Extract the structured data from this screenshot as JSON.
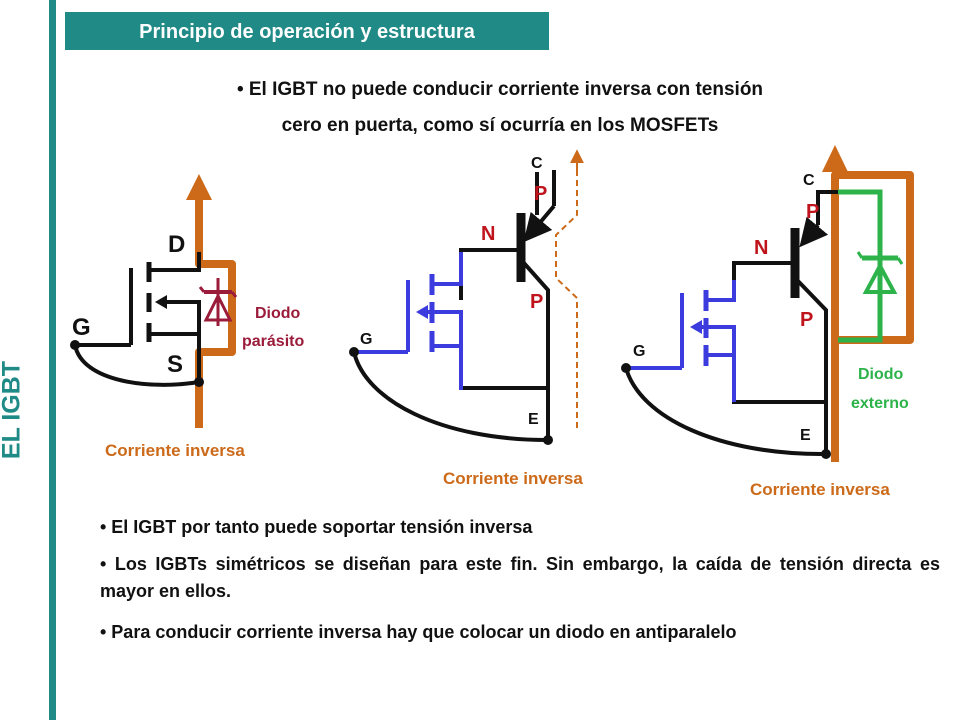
{
  "title": "Principio de operación y estructura",
  "side_title": "EL IGBT",
  "intro": {
    "line1": "• El IGBT no puede conducir corriente inversa con tensión",
    "line2": "cero en puerta, como sí ocurría en los  MOSFETs"
  },
  "diagram": {
    "mosfet": {
      "drain": "D",
      "gate": "G",
      "source": "S",
      "diode_line1": "Diodo",
      "diode_line2": "parásito",
      "current_label": "Corriente inversa"
    },
    "igbt_no_diode": {
      "collector": "C",
      "p_top": "P",
      "n_region": "N",
      "p_bottom": "P",
      "gate": "G",
      "emitter": "E",
      "current_label": "Corriente inversa"
    },
    "igbt_ext_diode": {
      "collector": "C",
      "p_top": "P",
      "n_region": "N",
      "p_bottom": "P",
      "gate": "G",
      "emitter": "E",
      "diode_line1": "Diodo",
      "diode_line2": "externo",
      "current_label": "Corriente inversa"
    }
  },
  "bullets": [
    "• El IGBT por tanto puede soportar tensión inversa",
    "• Los IGBTs simétricos se diseñan para este fin. Sin embargo, la caída de tensión directa es mayor en ellos.",
    "• Para conducir corriente inversa hay que colocar un diodo en antiparalelo"
  ],
  "colors": {
    "teal": "#1f8a86",
    "orange": "#cc6a1a",
    "green": "#2db34a",
    "blue": "#3c3cde",
    "crimson": "#9b1b3a",
    "red_label": "#c0141c"
  }
}
